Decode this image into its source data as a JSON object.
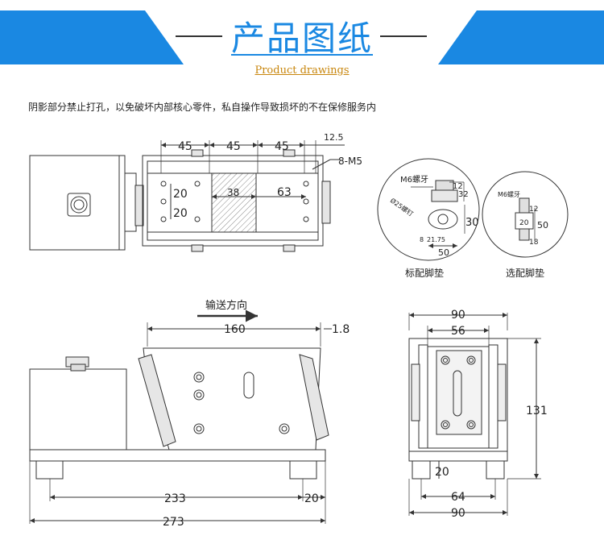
{
  "header": {
    "title": "产品图纸",
    "subtitle": "Product drawings",
    "notice": "阴影部分禁止打孔，以免破坏内部核心零件，私自操作导致损坏的不在保修服务内",
    "accent_color": "#1a88e2",
    "subtitle_color": "#c8860d"
  },
  "top_view": {
    "dims_top": [
      "45",
      "45",
      "45",
      "12.5"
    ],
    "hole_label": "8-M5",
    "dims_inner": [
      "38",
      "63"
    ],
    "dims_left": [
      "20",
      "20"
    ]
  },
  "foot_standard": {
    "label_bolt": "M6螺牙",
    "label_dia": "Ø25螺钉",
    "dims": [
      "12",
      "32",
      "30",
      "8",
      "21.75",
      "50"
    ],
    "caption": "标配脚垫"
  },
  "foot_optional": {
    "label_bolt": "M6螺牙",
    "dims": [
      "12",
      "20",
      "50",
      "18"
    ],
    "caption": "选配脚垫"
  },
  "front_view": {
    "direction_label": "输送方向",
    "dims": [
      "160",
      "1.8",
      "233",
      "20",
      "273"
    ]
  },
  "side_view": {
    "dims": [
      "90",
      "56",
      "131",
      "20",
      "64",
      "90"
    ]
  }
}
